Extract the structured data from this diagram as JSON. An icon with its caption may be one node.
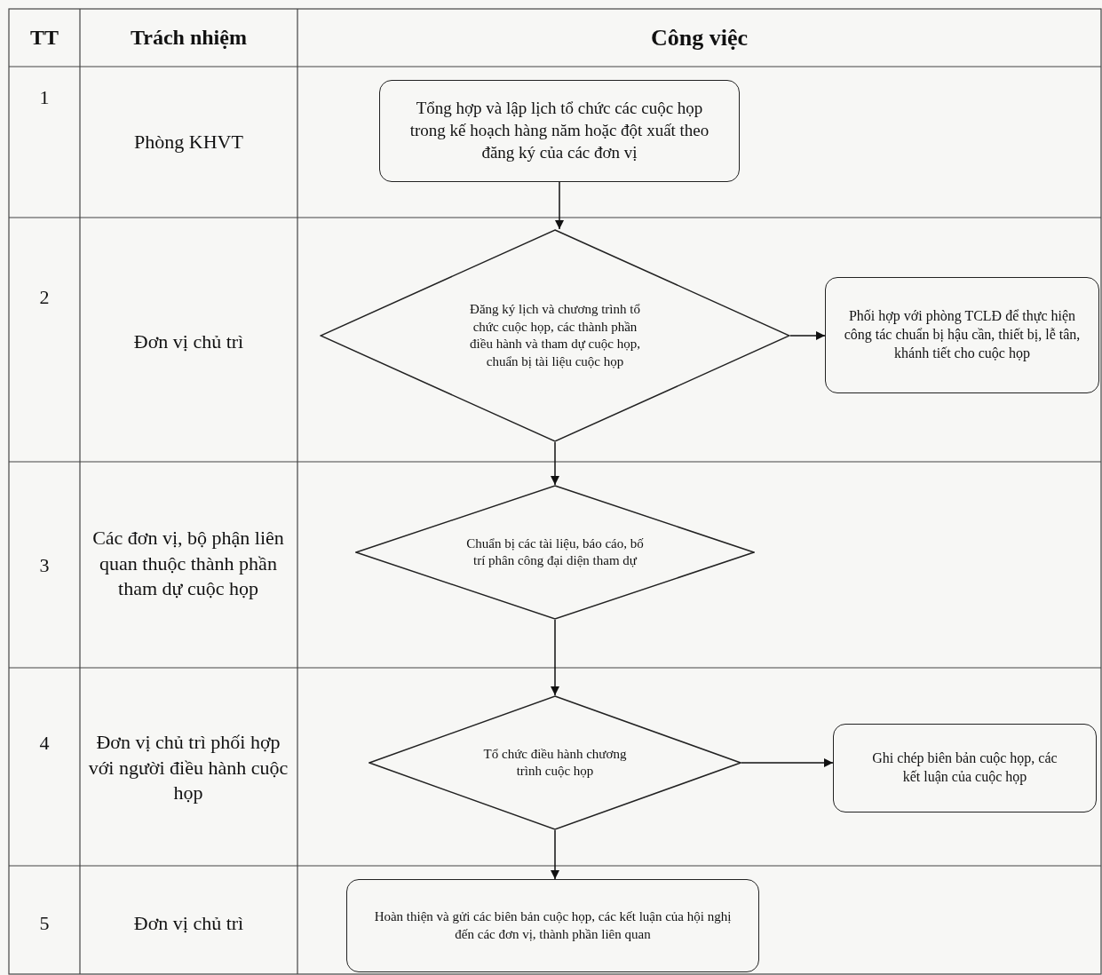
{
  "diagram": {
    "nodes": [
      {
        "text": [
          "Tổng hợp và lập lịch tổ chức các cuộc họp trong kế hoạch hàng năm hoặc đột xuất theo đăng ký của các đơn vị"
        ]
      },
      {
        "text": [
          "Đăng ký lịch và chương trình tổ chức cuộc họp, các thành phần điều hành và tham dự cuộc họp, chuẩn bị tài liệu cuộc họp"
        ]
      },
      {
        "text": [
          "Phối hợp với phòng TCLĐ để thực hiện công tác chuẩn bị hậu cần, thiết bị, lễ tân, khánh tiết cho cuộc họp"
        ]
      },
      {
        "text": [
          "Chuẩn bị các tài liệu, báo cáo, bố trí phân công đại diện tham dự"
        ]
      },
      {
        "text": [
          "Tổ chức điều hành chương trình cuộc họp"
        ]
      },
      {
        "text": [
          "Ghi chép biên bản cuộc họp, các kết luận của cuộc họp"
        ]
      },
      {
        "text": [
          "Hoàn thiện và gửi các biên bản cuộc họp, các kết luận của hội nghị đến các đơn vị, thành phần liên quan"
        ]
      }
    ],
    "edges": [
      {
        "from": 0,
        "to": 1,
        "arrow": "to"
      },
      {
        "from": 1,
        "to": 2,
        "arrow": "to"
      },
      {
        "from": 1,
        "to": 3,
        "arrow": "to"
      },
      {
        "from": 3,
        "to": 4,
        "arrow": "to"
      },
      {
        "from": 4,
        "to": 5,
        "arrow": "to"
      },
      {
        "from": 4,
        "to": 6,
        "arrow": "to"
      }
    ],
    "labels": [
      "TT",
      "Trách nhiệm",
      "Công việc",
      "1",
      "Phòng KHVT",
      "2",
      "Đơn vị chủ trì",
      "3",
      "Các đơn vị, bộ phận liên quan thuộc thành phần tham dự cuộc họp",
      "4",
      "Đơn vị chủ trì phối hợp với người điều hành cuộc họp",
      "5",
      "Đơn vị chủ trì"
    ]
  }
}
